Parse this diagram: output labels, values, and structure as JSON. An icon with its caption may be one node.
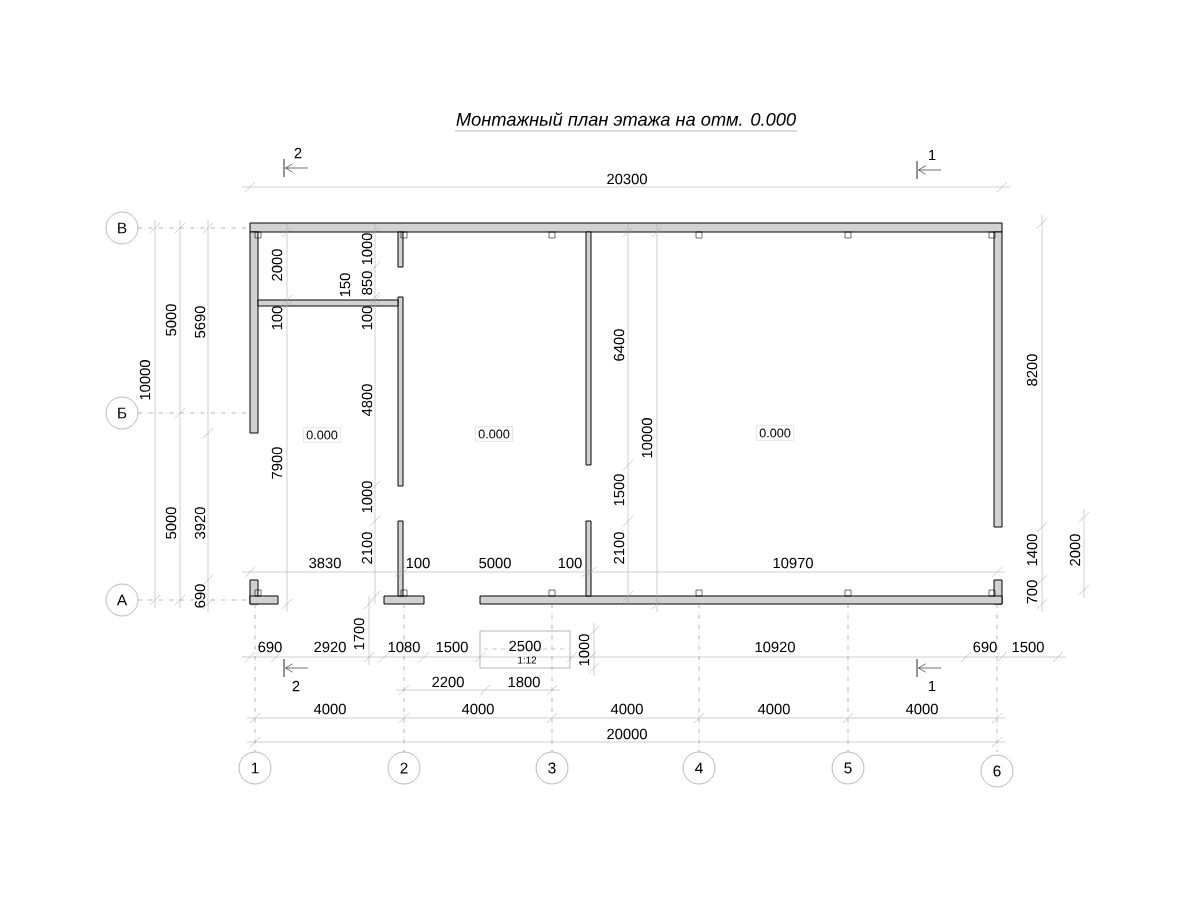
{
  "diagram": {
    "title": "Монтажный план этажа на отм. 0.000",
    "nodes": [
      {
        "text": [
          "В"
        ]
      },
      {
        "text": [
          "Б"
        ]
      },
      {
        "text": [
          "0.000"
        ]
      },
      {
        "text": [
          "0.000"
        ]
      },
      {
        "text": [
          "0.000"
        ]
      },
      {
        "text": [
          "А"
        ]
      },
      {
        "text": [
          "1"
        ]
      },
      {
        "text": [
          "2"
        ]
      },
      {
        "text": [
          "3"
        ]
      },
      {
        "text": [
          "4"
        ]
      },
      {
        "text": [
          "5"
        ]
      },
      {
        "text": [
          "6"
        ]
      }
    ],
    "labels": [
      "2",
      "1",
      "20300",
      "1000",
      "2000",
      "150",
      "850",
      "5000",
      "5690",
      "100",
      "100",
      "10000",
      "6400",
      "8200",
      "4800",
      "10000",
      "7900",
      "1000",
      "1500",
      "5000",
      "3920",
      "2100",
      "2100",
      "1400",
      "2000",
      "3830",
      "100",
      "5000",
      "100",
      "10970",
      "690",
      "700",
      "1700",
      "1000",
      "690",
      "2920",
      "1080",
      "1500",
      "2500",
      "1:12",
      "10920",
      "690",
      "1500",
      "2",
      "2200",
      "1800",
      "1",
      "4000",
      "4000",
      "4000",
      "4000",
      "4000",
      "20000"
    ]
  }
}
